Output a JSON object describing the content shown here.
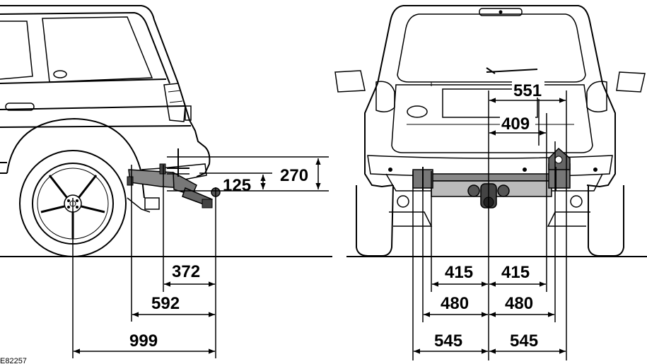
{
  "figure_ref": "E82257",
  "side_view": {
    "dims": {
      "d270": "270",
      "d125": "125",
      "d372": "372",
      "d592": "592",
      "d999": "999"
    }
  },
  "rear_view": {
    "dims": {
      "d551": "551",
      "d409": "409",
      "d415_left": "415",
      "d415_right": "415",
      "d480_left": "480",
      "d480_right": "480",
      "d545_left": "545",
      "d545_right": "545"
    }
  }
}
